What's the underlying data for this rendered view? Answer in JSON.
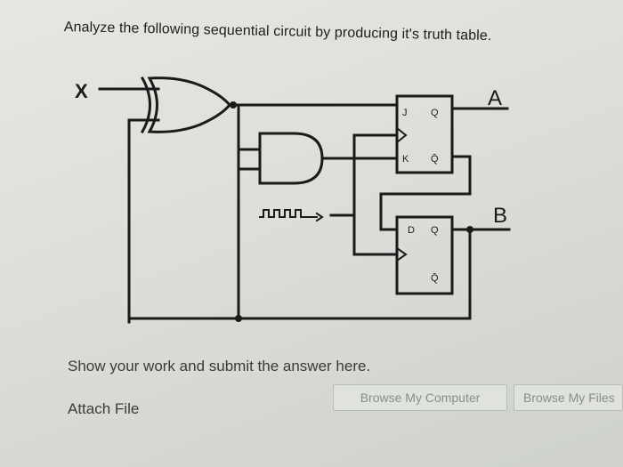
{
  "question": {
    "title": "Analyze the following sequential circuit by producing it's truth table."
  },
  "circuit": {
    "input_label": "X",
    "output_a_label": "A",
    "output_b_label": "B",
    "jk_flipflop": {
      "j": "J",
      "k": "K",
      "q": "Q",
      "qbar": "Q̄"
    },
    "d_flipflop": {
      "d": "D",
      "q": "Q",
      "qbar": "Q̄"
    },
    "line_color": "#1a1a1a"
  },
  "submission": {
    "instruction": "Show your work and submit the answer here.",
    "attach_label": "Attach File",
    "browse_computer_label": "Browse My Computer",
    "browse_files_label": "Browse My Files"
  }
}
